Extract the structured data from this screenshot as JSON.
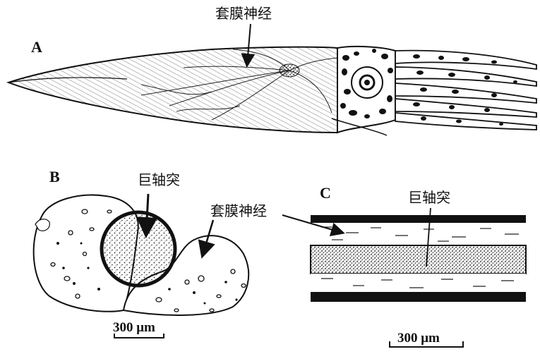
{
  "panels": {
    "a": {
      "letter": "A",
      "nerve_label": "套膜神经"
    },
    "b": {
      "letter": "B",
      "axon_label": "巨轴突",
      "nerve_label": "套膜神经",
      "scale_label": "300 μm"
    },
    "c": {
      "letter": "C",
      "axon_label": "巨轴突",
      "scale_label": "300 μm"
    }
  },
  "colors": {
    "ink": "#111111",
    "paper": "#ffffff"
  }
}
